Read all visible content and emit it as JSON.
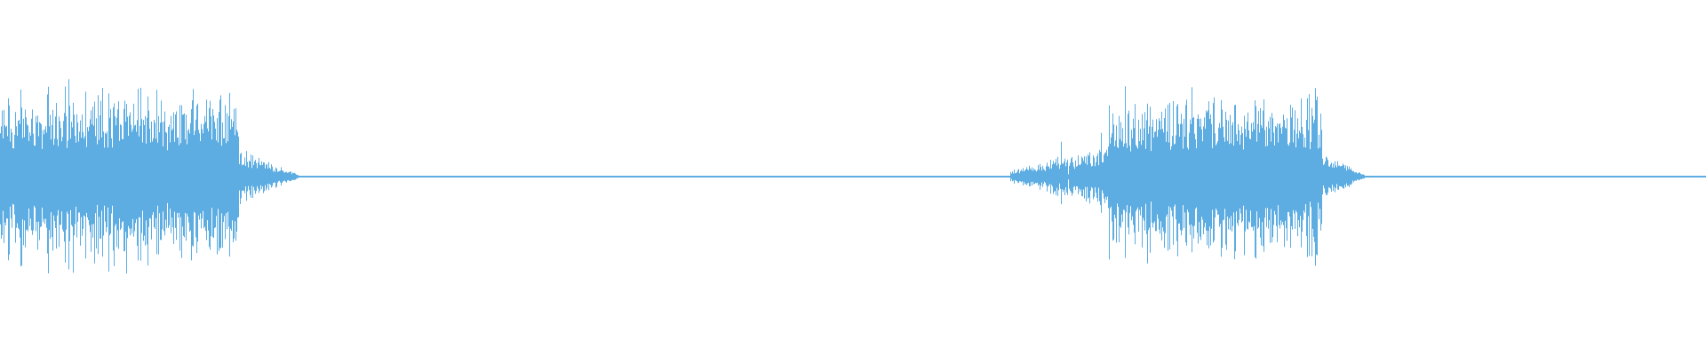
{
  "waveform": {
    "color": "#5DADE2",
    "background": "#ffffff",
    "segments": [
      {
        "start": 0.0,
        "end": 0.14,
        "amplitude": 0.62,
        "texture": "dense-bursts"
      },
      {
        "start": 0.14,
        "end": 0.175,
        "amplitude": 0.18,
        "texture": "decay"
      },
      {
        "start": 0.175,
        "end": 0.592,
        "amplitude": 0.006,
        "texture": "silence"
      },
      {
        "start": 0.592,
        "end": 0.65,
        "amplitude": 0.22,
        "texture": "onset"
      },
      {
        "start": 0.65,
        "end": 0.775,
        "amplitude": 0.58,
        "texture": "dense-bursts"
      },
      {
        "start": 0.775,
        "end": 0.8,
        "amplitude": 0.16,
        "texture": "decay"
      },
      {
        "start": 0.8,
        "end": 1.0,
        "amplitude": 0.006,
        "texture": "silence"
      }
    ]
  }
}
